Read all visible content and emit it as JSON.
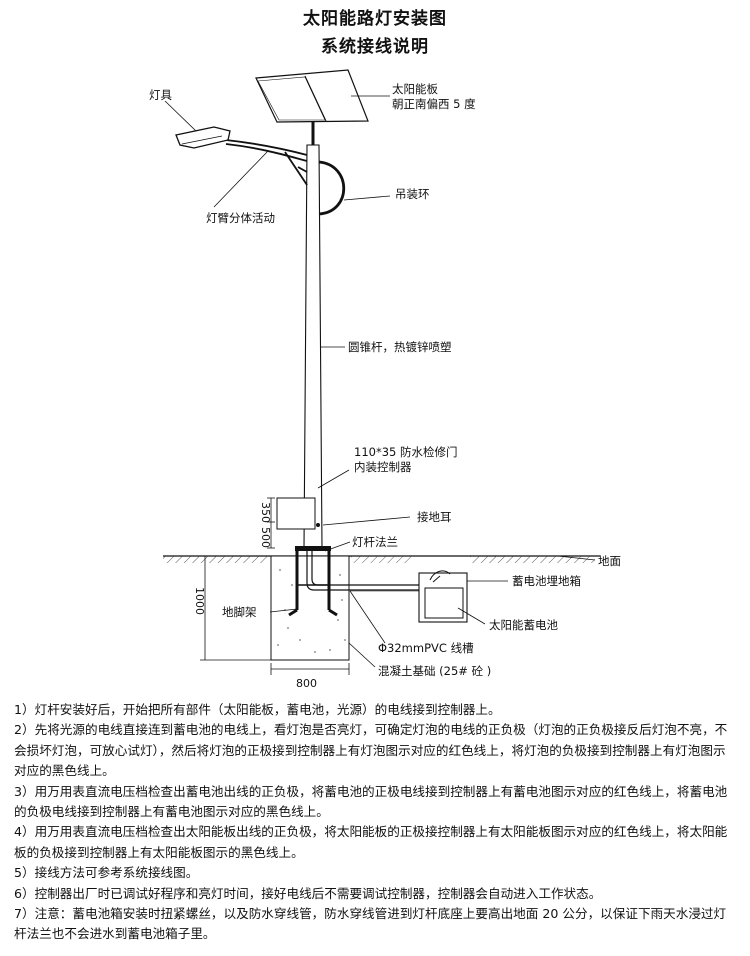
{
  "title": "太阳能路灯安装图",
  "subtitle": "系统接线说明",
  "labels": {
    "lamp": "灯具",
    "solar_panel": "太阳能板",
    "panel_orientation": "朝正南偏西 5 度",
    "arm": "灯臂分体活动",
    "hanging_ring": "吊装环",
    "pole": "圆锥杆，热镀锌喷塑",
    "door_line1": "110*35 防水检修门",
    "door_line2": "内装控制器",
    "ground_lug": "接地耳",
    "flange": "灯杆法兰",
    "ground": "地面",
    "battery_box": "蓄电池埋地箱",
    "anchor": "地脚架",
    "battery": "太阳能蓄电池",
    "conduit": "Φ32mmPVC 线槽",
    "concrete": "混凝土基础 (25# 砼 )"
  },
  "dimensions": {
    "d350": "350",
    "d500": "500",
    "d1000": "1000",
    "d800": "800"
  },
  "notes": [
    "1）灯杆安装好后，开始把所有部件（太阳能板，蓄电池，光源）的电线接到控制器上。",
    "2）先将光源的电线直接连到蓄电池的电线上，看灯泡是否亮灯，可确定灯泡的电线的正负极（灯泡的正负极接反后灯泡不亮，不会损坏灯泡，可放心试灯），然后将灯泡的正极接到控制器上有灯泡图示对应的红色线上，将灯泡的负极接到控制器上有灯泡图示对应的黑色线上。",
    "3）用万用表直流电压档检查出蓄电池出线的正负极，将蓄电池的正极电线接到控制器上有蓄电池图示对应的红色线上，将蓄电池的负极电线接到控制器上有蓄电池图示对应的黑色线上。",
    "4）用万用表直流电压档检查出太阳能板出线的正负极，将太阳能板的正极接控制器上有太阳能板图示对应的红色线上，将太阳能板的负极接到控制器上有太阳能板图示的黑色线上。",
    "5）接线方法可参考系统接线图。",
    "6）控制器出厂时已调试好程序和亮灯时间，接好电线后不需要调试控制器，控制器会自动进入工作状态。",
    "7）注意：蓄电池箱安装时扭紧螺丝，以及防水穿线管，防水穿线管进到灯杆底座上要高出地面 20 公分，以保证下雨天水浸过灯杆法兰也不会进水到蓄电池箱子里。"
  ]
}
